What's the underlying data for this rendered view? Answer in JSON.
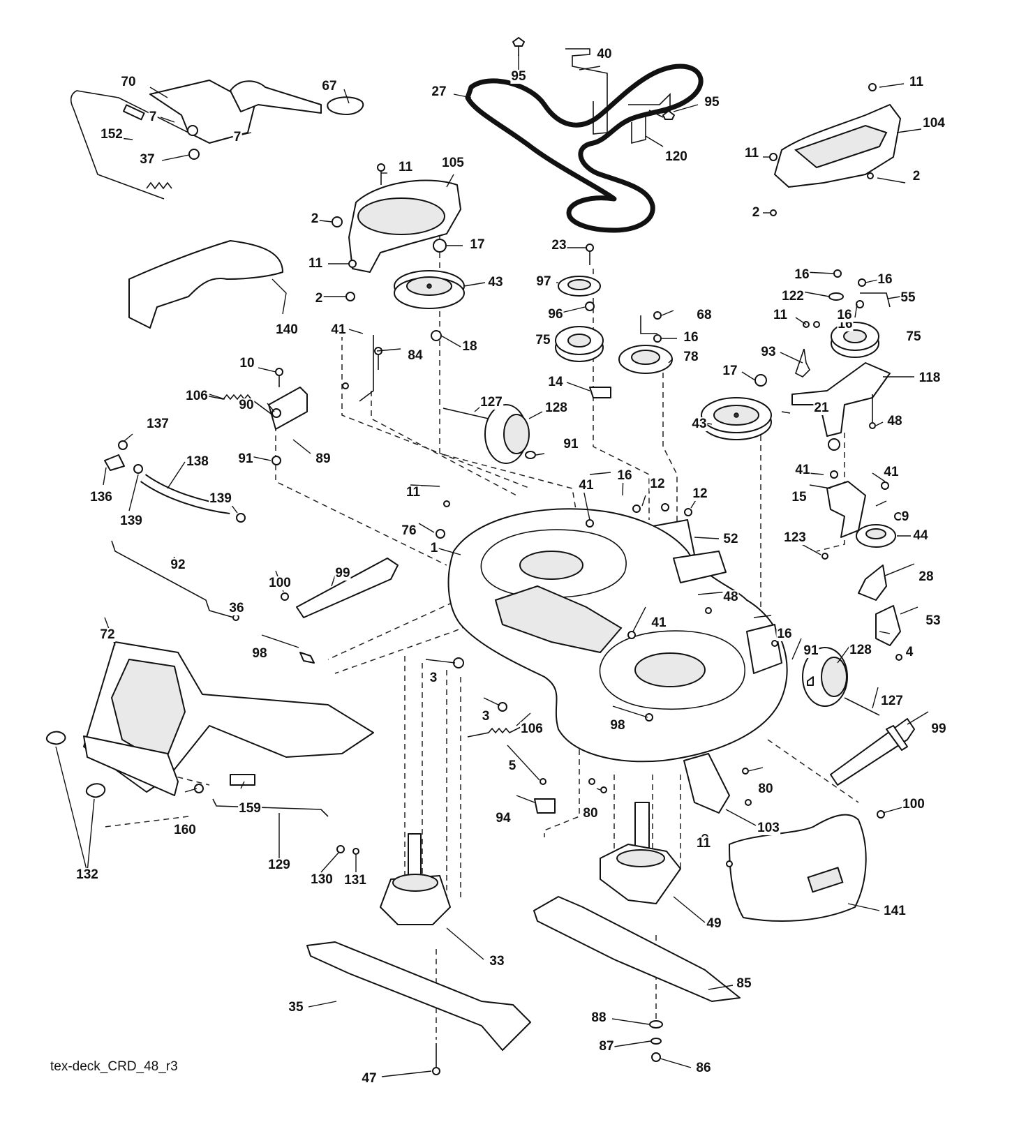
{
  "diagram": {
    "caption": "tex-deck_CRD_48_r3",
    "callouts": [
      "95",
      "40",
      "27",
      "95",
      "120",
      "11",
      "104",
      "11",
      "2",
      "2",
      "70",
      "67",
      "7",
      "152",
      "7",
      "37",
      "11",
      "105",
      "2",
      "17",
      "11",
      "2",
      "43",
      "23",
      "97",
      "96",
      "75",
      "16",
      "16",
      "122",
      "55",
      "16",
      "68",
      "11",
      "16",
      "75",
      "16",
      "78",
      "93",
      "17",
      "118",
      "14",
      "48",
      "140",
      "41",
      "84",
      "18",
      "10",
      "106",
      "90",
      "127",
      "128",
      "89",
      "43",
      "21",
      "137",
      "91",
      "41",
      "41",
      "138",
      "136",
      "139",
      "139",
      "91",
      "16",
      "12",
      "12",
      "11",
      "41",
      "76",
      "1",
      "52",
      "15",
      "123",
      "9",
      "44",
      "92",
      "100",
      "99",
      "28",
      "36",
      "48",
      "53",
      "41",
      "16",
      "4",
      "72",
      "98",
      "91",
      "128",
      "3",
      "127",
      "98",
      "3",
      "99",
      "106",
      "5",
      "80",
      "94",
      "80",
      "100",
      "159",
      "103",
      "160",
      "11",
      "129",
      "130",
      "131",
      "132",
      "49",
      "141",
      "33",
      "85",
      "35",
      "88",
      "87",
      "86",
      "47"
    ]
  }
}
